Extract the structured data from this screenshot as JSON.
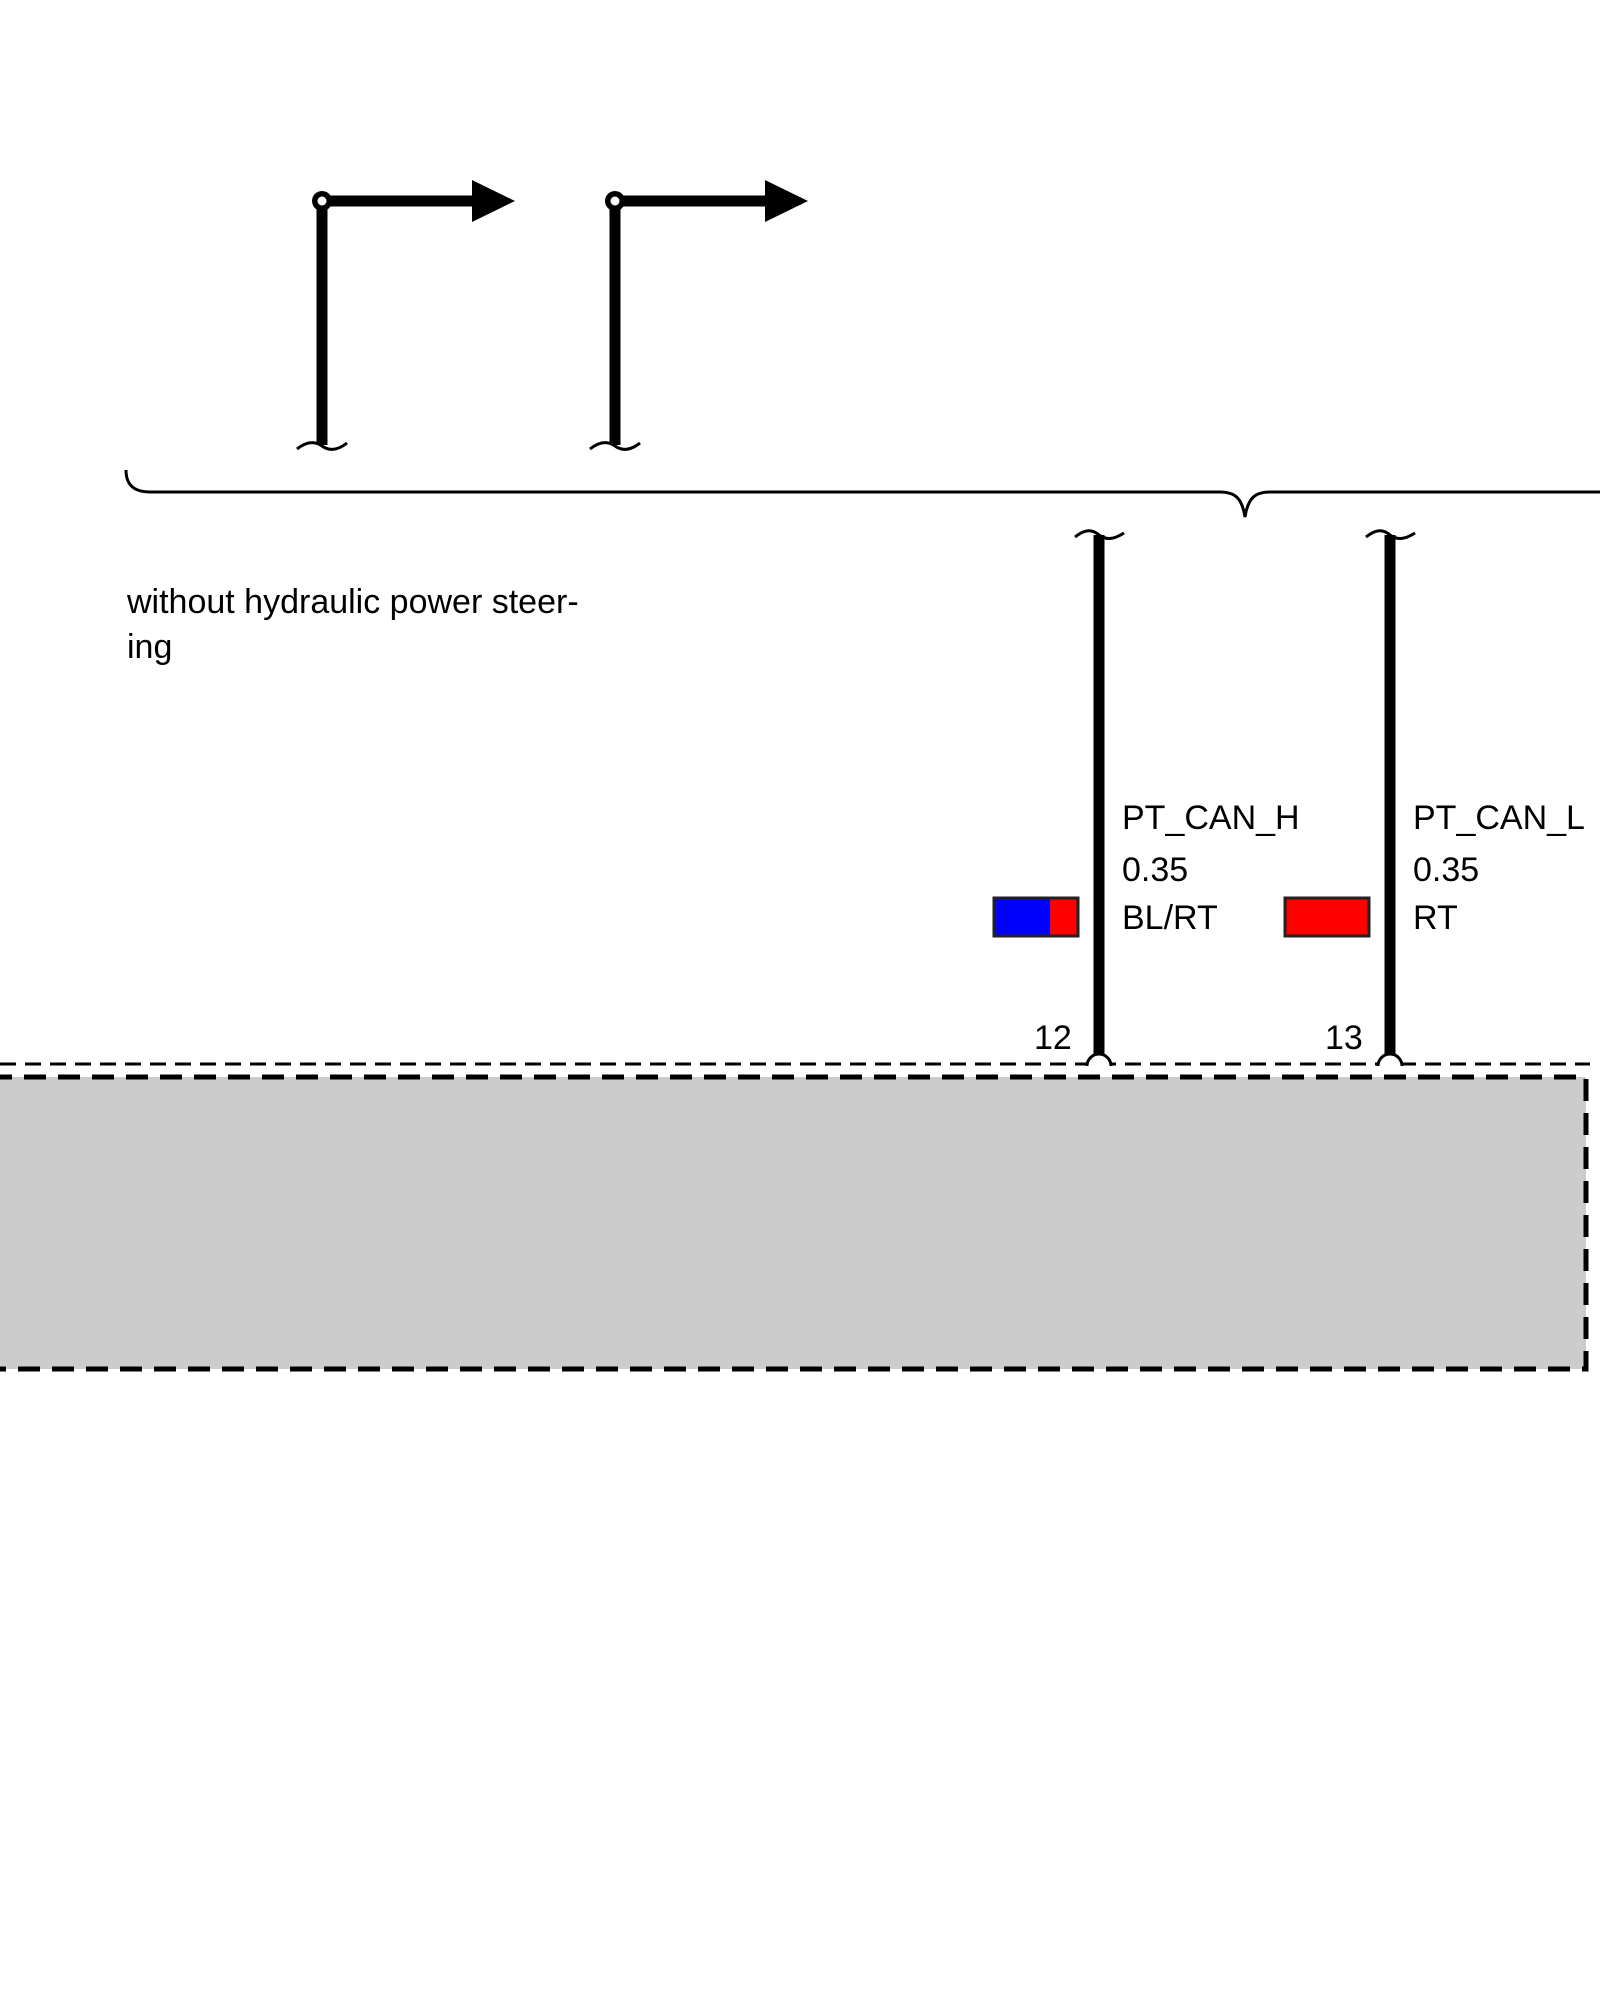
{
  "note": {
    "line1": "without hydraulic power steer-",
    "line2": "ing"
  },
  "wires": [
    {
      "signal": "PT_CAN_H",
      "cross_section": "0.35",
      "color_code": "BL/RT",
      "pin": "12",
      "colors": [
        "#0000ff",
        "#ff0000"
      ]
    },
    {
      "signal": "PT_CAN_L",
      "cross_section": "0.35",
      "color_code": "RT",
      "pin": "13",
      "colors": [
        "#ff0000"
      ]
    }
  ],
  "component": {
    "fill": "#cccccc"
  }
}
